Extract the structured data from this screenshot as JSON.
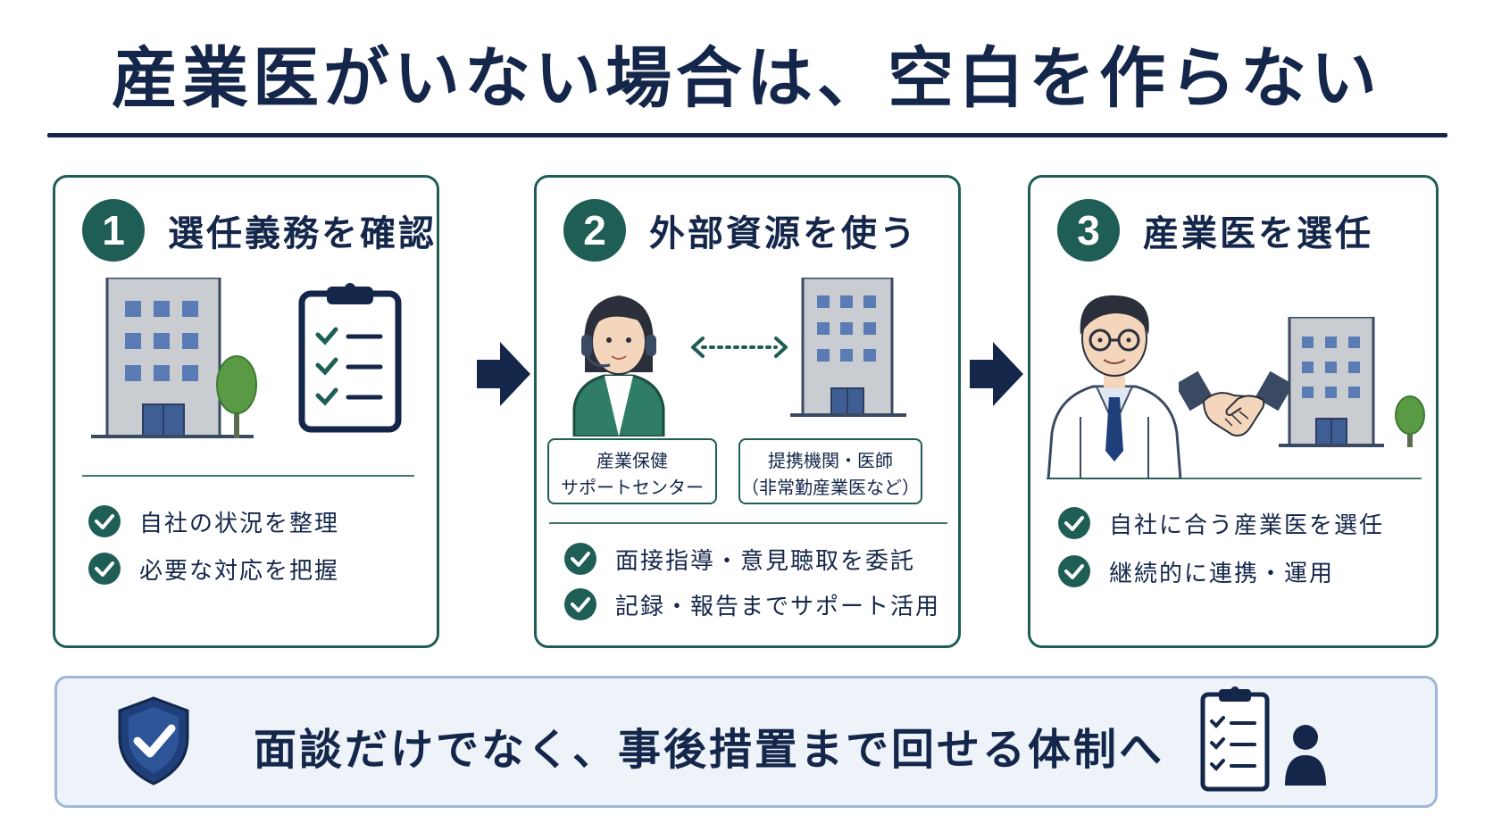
{
  "title": "産業医がいない場合は、空白を作らない",
  "steps": [
    {
      "number": "1",
      "title": "選任義務を確認",
      "checks": [
        "自社の状況を整理",
        "必要な対応を把握"
      ]
    },
    {
      "number": "2",
      "title": "外部資源を使う",
      "labels": {
        "center_line1": "産業保健",
        "center_line2": "サポートセンター",
        "partner_line1": "提携機関・医師",
        "partner_line2": "（非常勤産業医など）"
      },
      "checks": [
        "面接指導・意見聴取を委託",
        "記録・報告までサポート活用"
      ]
    },
    {
      "number": "3",
      "title": "産業医を選任",
      "checks": [
        "自社に合う産業医を選任",
        "継続的に連携・運用"
      ]
    }
  ],
  "banner": {
    "text": "面談だけでなく、事後措置まで回せる体制へ"
  },
  "icons": {
    "step1": [
      "office-building-icon",
      "tree-icon",
      "clipboard-checklist-icon"
    ],
    "step2": [
      "support-operator-icon",
      "bidirectional-arrow-icon",
      "office-building-icon"
    ],
    "step3": [
      "doctor-icon",
      "handshake-icon",
      "office-building-icon",
      "tree-icon"
    ],
    "flow": "right-arrow-icon",
    "check": "check-circle-icon",
    "banner": [
      "shield-check-icon",
      "clipboard-checklist-icon",
      "person-icon"
    ]
  },
  "colors": {
    "navy": "#14264a",
    "green": "#1f5e55",
    "banner_bg": "#eef3fa",
    "banner_border": "#9fb7d6",
    "building": "#c9ccd1",
    "window": "#5a7bb4"
  }
}
